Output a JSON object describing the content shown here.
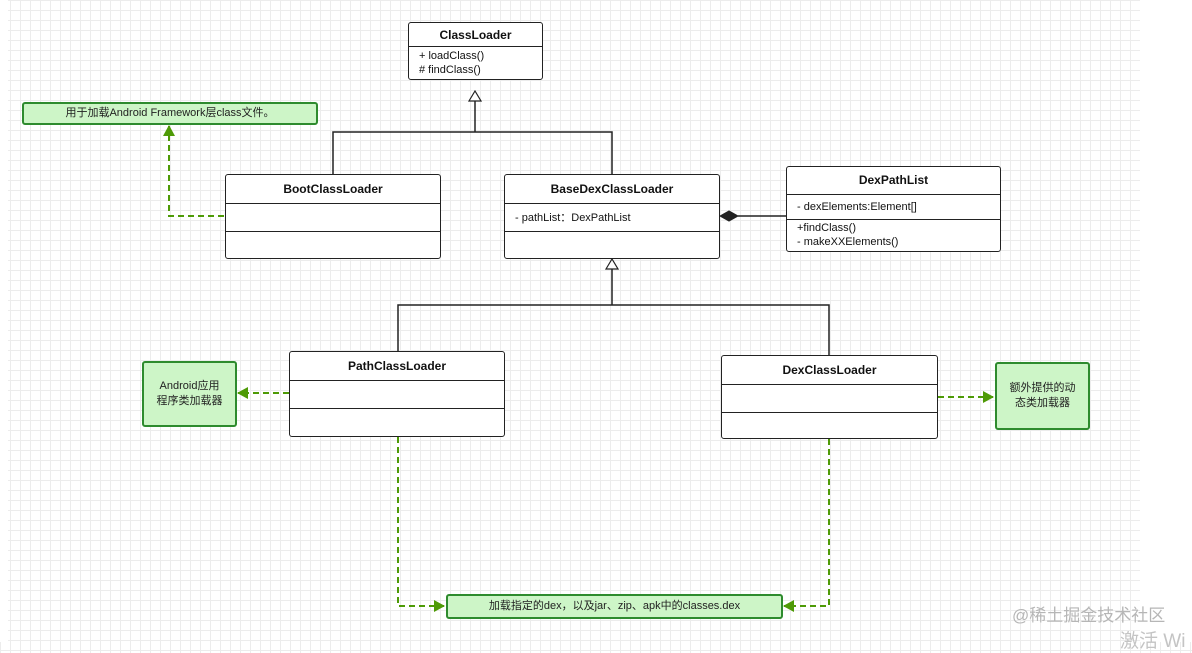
{
  "diagram": {
    "classes": {
      "class_loader": {
        "name": "ClassLoader",
        "operations": [
          "+ loadClass()",
          "# findClass()"
        ]
      },
      "boot_class_loader": {
        "name": "BootClassLoader"
      },
      "base_dex_class_loader": {
        "name": "BaseDexClassLoader",
        "attributes": [
          "- pathList：DexPathList"
        ]
      },
      "dex_path_list": {
        "name": "DexPathList",
        "attributes": [
          "- dexElements:Element[]"
        ],
        "operations": [
          "+findClass()",
          "- makeXXElements()"
        ]
      },
      "path_class_loader": {
        "name": "PathClassLoader"
      },
      "dex_class_loader": {
        "name": "DexClassLoader"
      }
    },
    "notes": {
      "framework": [
        "用于加载Android Framework层class文件。"
      ],
      "app_loader": [
        "Android应用",
        "程序类加载器"
      ],
      "dynamic_loader": [
        "额外提供的动",
        "态类加载器"
      ],
      "dex_source": [
        "加载指定的dex，以及jar、zip、apk中的classes.dex"
      ]
    },
    "colors": {
      "line": "#222222",
      "note_fill": "#cdf5c7",
      "note_border": "#2e8b2e",
      "dashed_arrow": "#4e9a06"
    }
  },
  "watermark": "@稀土掘金技术社区",
  "activation_text": "激活 Wi"
}
